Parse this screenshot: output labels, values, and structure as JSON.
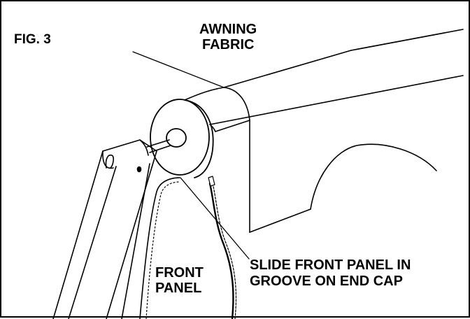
{
  "figure": {
    "label": "FIG. 3"
  },
  "callouts": {
    "awning_fabric": [
      "AWNING",
      "FABRIC"
    ],
    "front_panel": [
      "FRONT",
      "PANEL"
    ],
    "slide_instruction": [
      "SLIDE FRONT PANEL IN",
      "GROOVE ON END CAP"
    ]
  },
  "colors": {
    "ink": "#000000",
    "paper": "#ffffff"
  }
}
